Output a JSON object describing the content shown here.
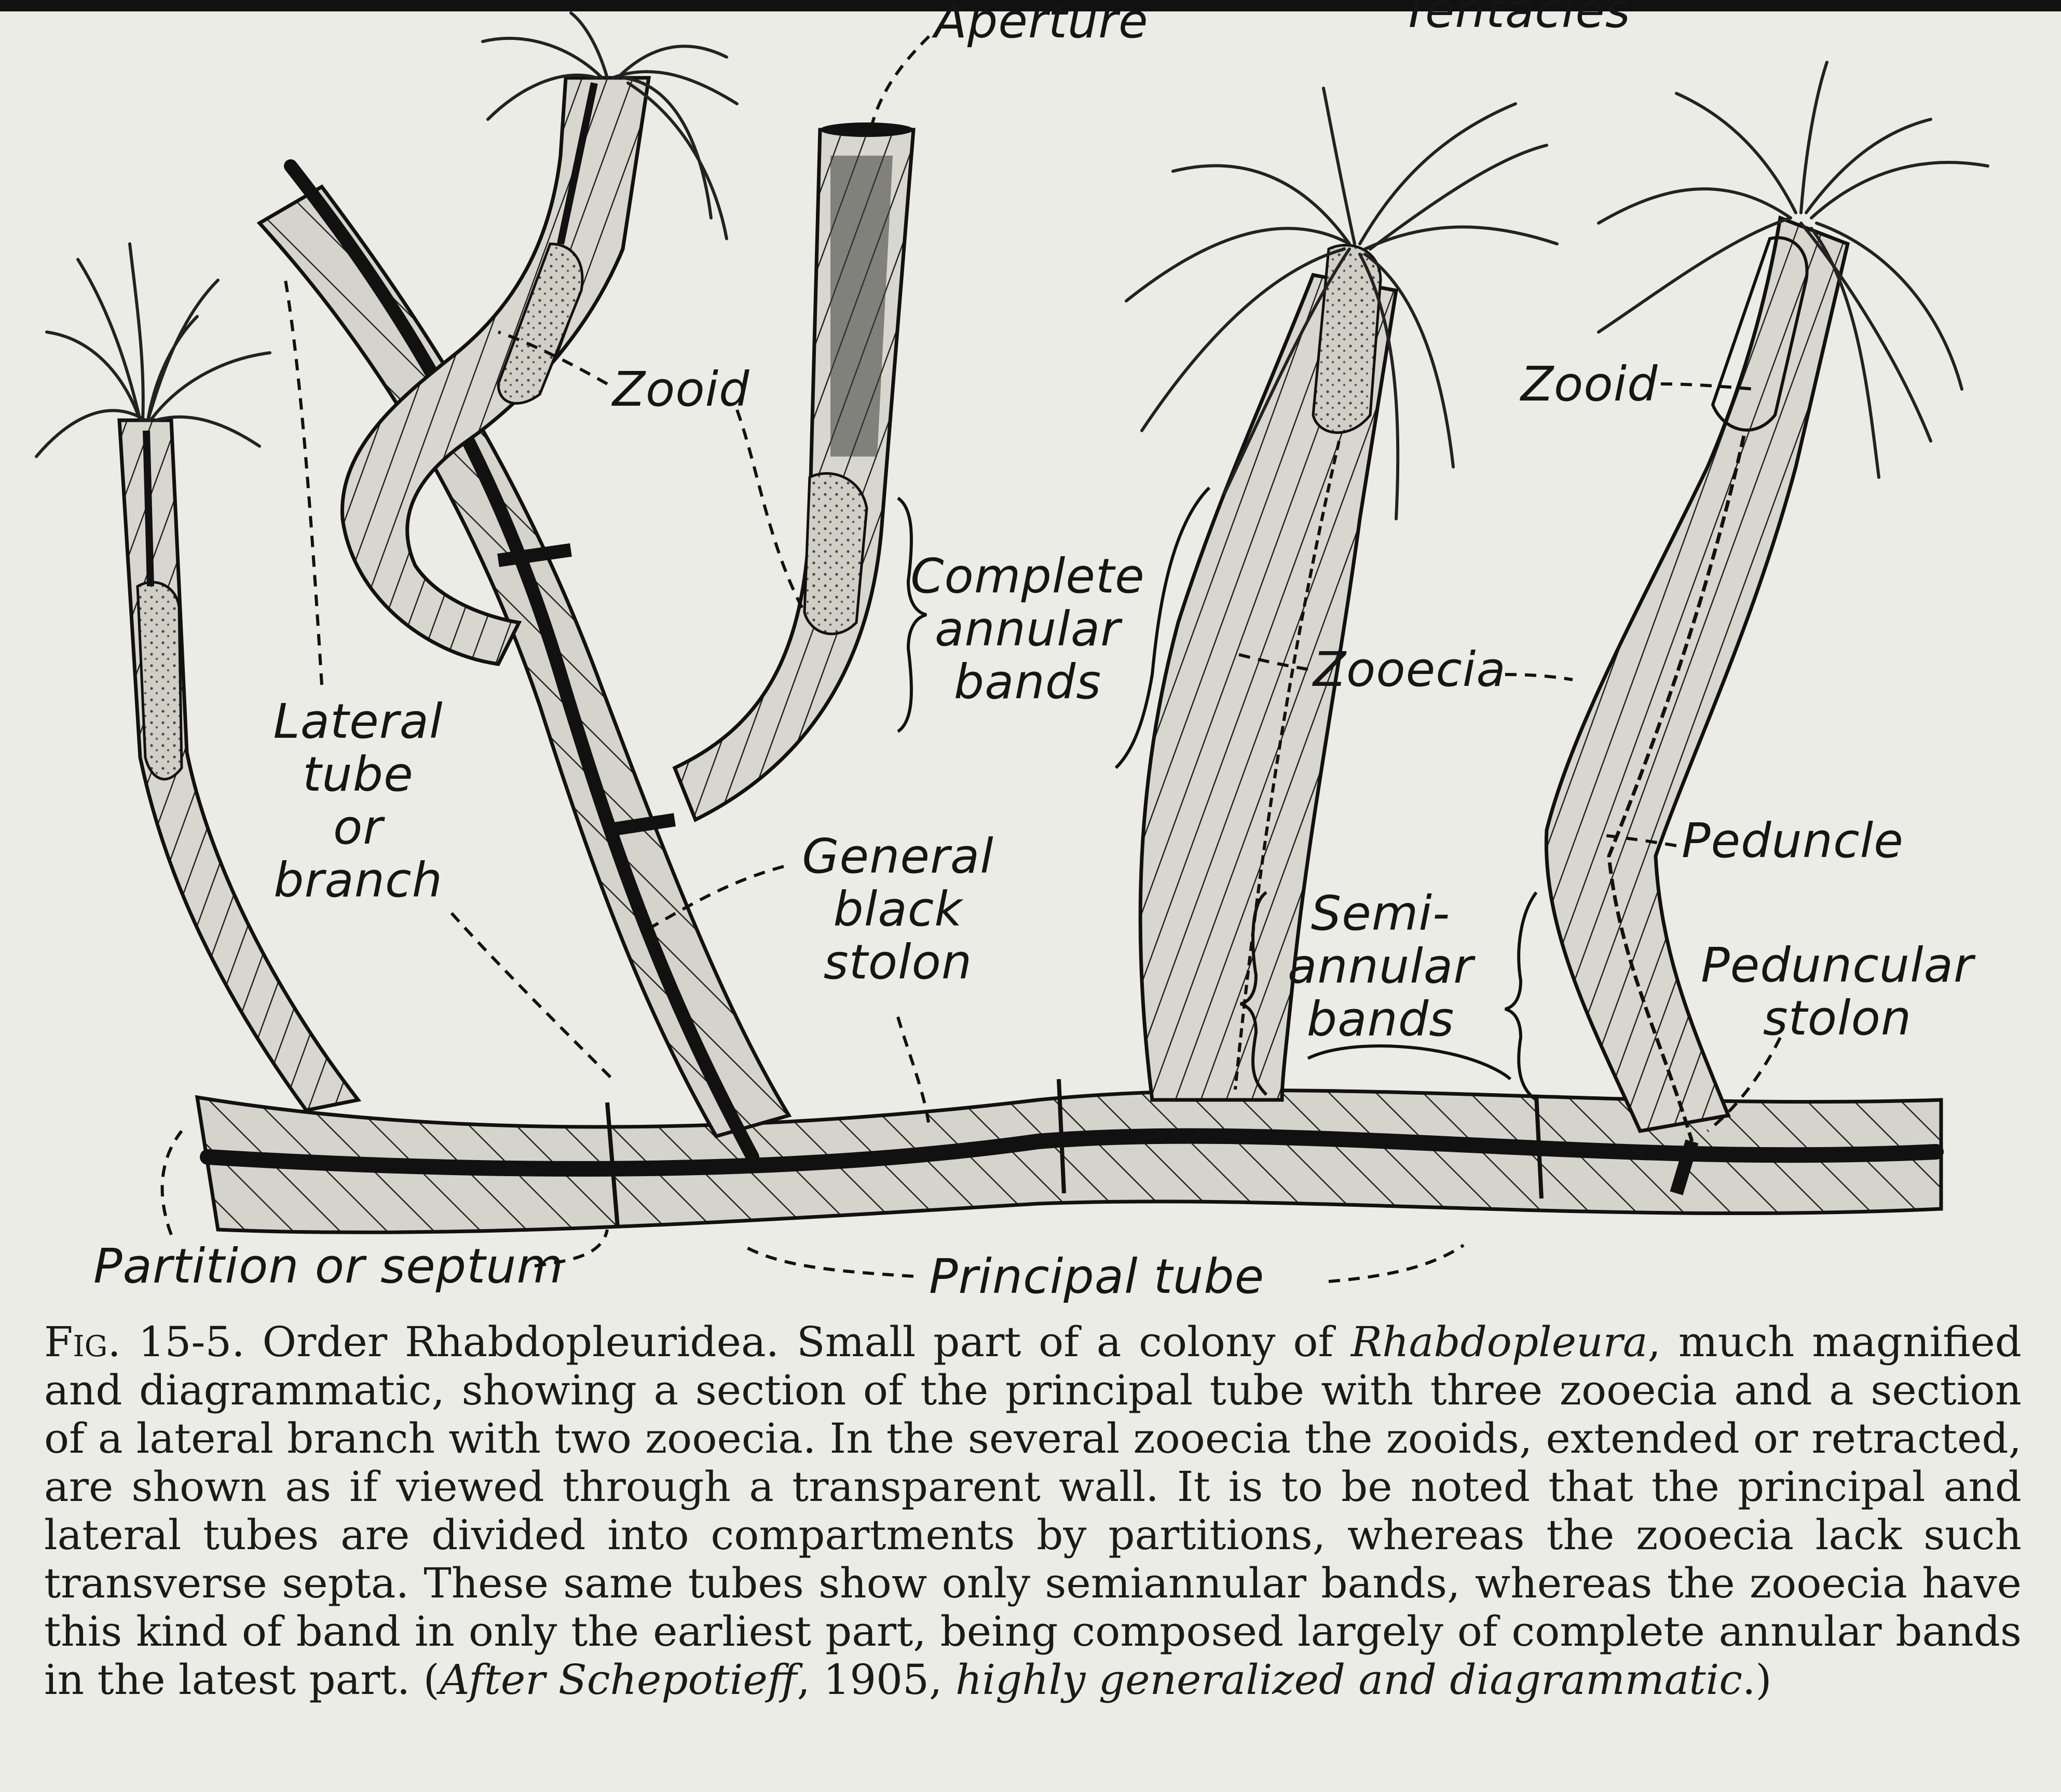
{
  "labels": {
    "aperture": "Aperture",
    "tentacles": "Tentacles",
    "zooid_left": "Zooid",
    "zooid_right": "Zooid",
    "lateral_tube": [
      "Lateral",
      "tube",
      "or",
      "branch"
    ],
    "complete_annular_bands": [
      "Complete",
      "annular",
      "bands"
    ],
    "zooecia": "Zooecia",
    "general_black_stolon": [
      "General",
      "black",
      "stolon"
    ],
    "semiannular_bands": [
      "Semi-",
      "annular",
      "bands"
    ],
    "peduncle": "Peduncle",
    "peduncular_stolon": [
      "Peduncular",
      "stolon"
    ],
    "partition_or_septum": "Partition or septum",
    "principal_tube": "Principal tube"
  },
  "caption": {
    "fig_number": "Fig. 15-5.",
    "text_1": " Order Rhabdopleuridea. Small part of a colony of ",
    "genus": "Rhabdopleura",
    "text_2": ", much magnified and diagrammatic, showing a section of the principal tube with three zooecia and a section of a lateral branch with two zooecia. In the several zooecia the zooids, extended or retracted, are shown as if viewed through a transparent wall. It is to be noted that the principal and lateral tubes are divided into compartments by partitions, whereas the zooecia lack such transverse septa. These same tubes show only semiannular bands, whereas the zooecia have this kind of band in only the earliest part, being composed largely of complete annular bands in the latest part. (",
    "attribution_italic": "After Schepotieff",
    "text_3": ", 1905, ",
    "attribution_tail": "highly generalized and diagrammatic",
    "text_4": ".)"
  }
}
